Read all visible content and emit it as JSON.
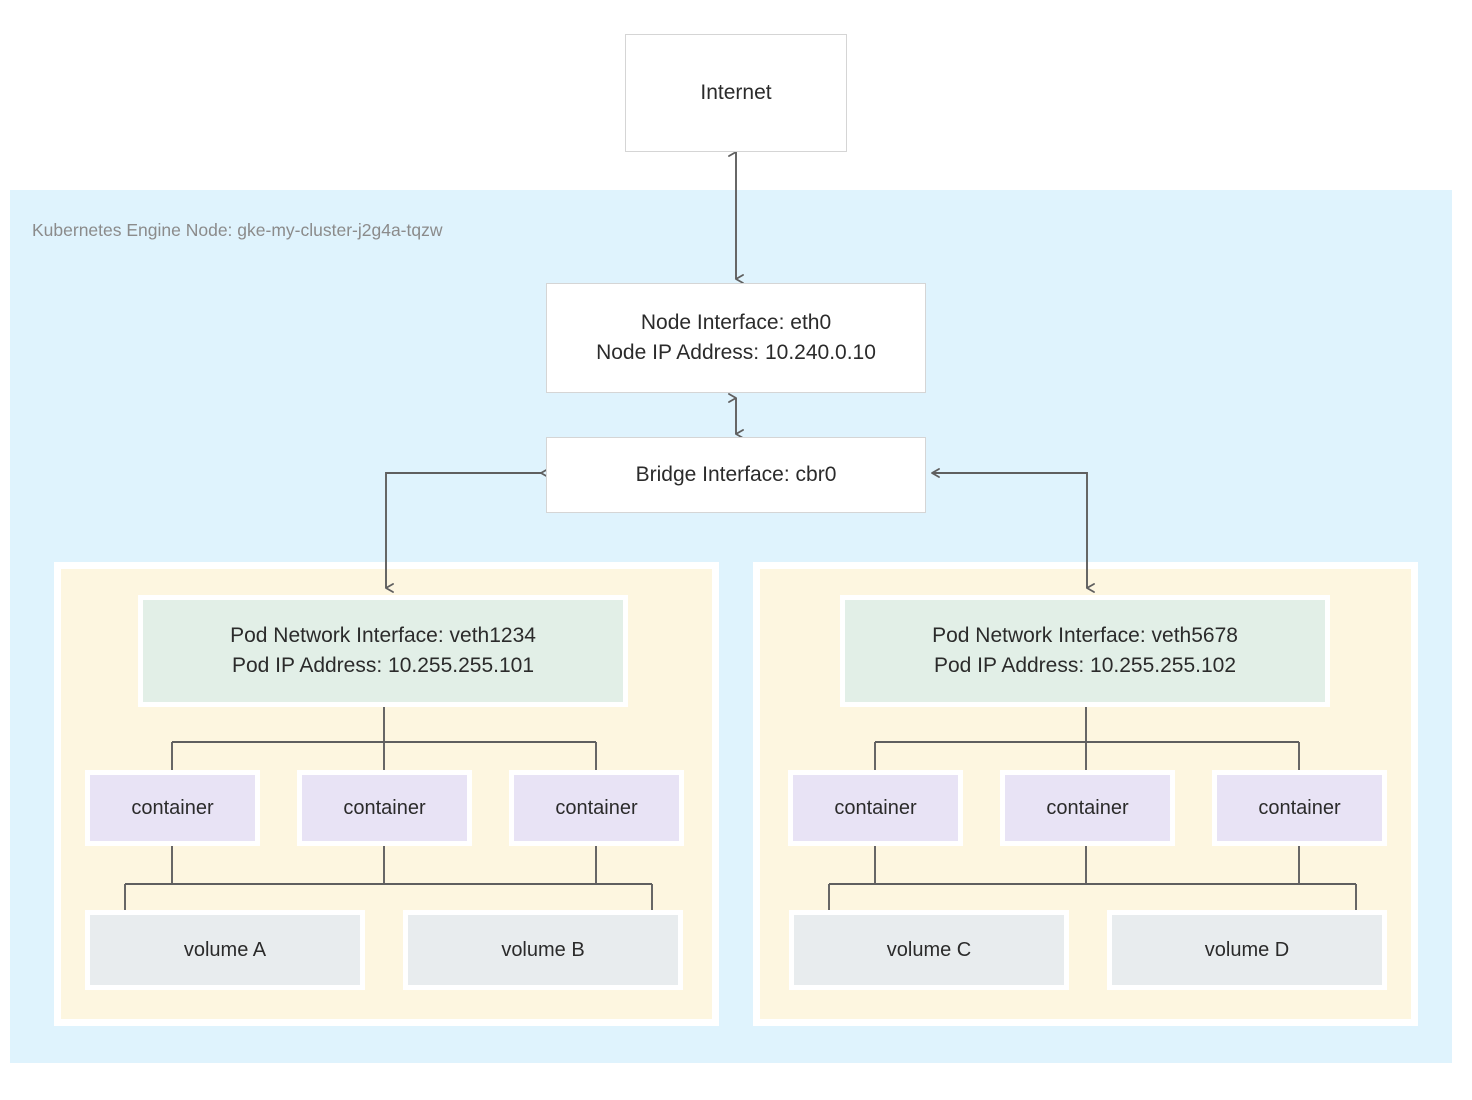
{
  "diagram": {
    "title_visible": false,
    "colors": {
      "node_region_bg": "#dff3fd",
      "pod_region_bg": "#fdf6e0",
      "pod_interface_bg": "#e2efe7",
      "container_bg": "#e8e3f5",
      "volume_bg": "#e8ecee",
      "plain_box_bg": "#ffffff",
      "plain_box_border": "#d5d5d5",
      "connector_stroke": "#5f5f5f",
      "node_label_text": "#8b8b8b",
      "body_text": "#2b2b2b"
    }
  },
  "internet": {
    "label": "Internet"
  },
  "node": {
    "region_label": "Kubernetes Engine Node: gke-my-cluster-j2g4a-tqzw",
    "interface": {
      "line1": "Node Interface: eth0",
      "line2": "Node IP Address: 10.240.0.10"
    },
    "bridge": {
      "label": "Bridge Interface: cbr0"
    }
  },
  "pods": [
    {
      "interface": {
        "line1": "Pod Network Interface: veth1234",
        "line2": "Pod IP Address: 10.255.255.101"
      },
      "containers": [
        {
          "label": "container"
        },
        {
          "label": "container"
        },
        {
          "label": "container"
        }
      ],
      "volumes": [
        {
          "label": "volume A"
        },
        {
          "label": "volume B"
        }
      ]
    },
    {
      "interface": {
        "line1": "Pod Network Interface: veth5678",
        "line2": "Pod IP Address: 10.255.255.102"
      },
      "containers": [
        {
          "label": "container"
        },
        {
          "label": "container"
        },
        {
          "label": "container"
        }
      ],
      "volumes": [
        {
          "label": "volume C"
        },
        {
          "label": "volume D"
        }
      ]
    }
  ],
  "connections": [
    {
      "from": "internet",
      "to": "node-interface",
      "arrows": "both"
    },
    {
      "from": "node-interface",
      "to": "bridge-interface",
      "arrows": "both"
    },
    {
      "from": "bridge-interface",
      "to": "pod-1-interface",
      "arrows": "both"
    },
    {
      "from": "bridge-interface",
      "to": "pod-2-interface",
      "arrows": "both"
    },
    {
      "from": "pod-1-interface",
      "to": "pod-1-containers",
      "arrows": "none"
    },
    {
      "from": "pod-1-containers",
      "to": "pod-1-volumes",
      "arrows": "none"
    },
    {
      "from": "pod-2-interface",
      "to": "pod-2-containers",
      "arrows": "none"
    },
    {
      "from": "pod-2-containers",
      "to": "pod-2-volumes",
      "arrows": "none"
    }
  ]
}
